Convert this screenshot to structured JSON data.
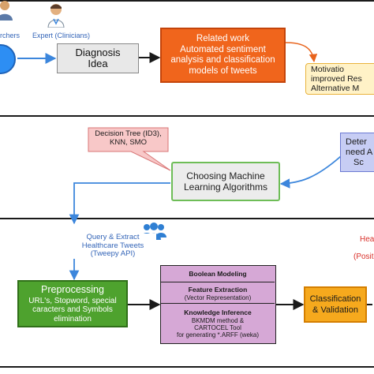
{
  "actors": {
    "researchers": "rchers",
    "expert": "Expert (Clinicians)"
  },
  "lane1": {
    "diagnosis": [
      "Diagnosis",
      "Idea"
    ],
    "related": [
      "Related work",
      "Automated sentiment",
      "analysis and classification",
      "models of tweets"
    ],
    "motivation": [
      "Motivatio",
      "improved Res",
      "Alternative M"
    ]
  },
  "lane2": {
    "algorithms_note": [
      "Decision Tree (ID3),",
      "KNN, SMO"
    ],
    "choosing": [
      "Choosing Machine",
      "Learning Algorithms"
    ],
    "determine": [
      "Deter",
      "need A",
      "Sc"
    ]
  },
  "lane3": {
    "query": [
      "Query & Extract",
      "Healthcare Tweets",
      "(Tweepy API)"
    ],
    "preprocessing_title": "Preprocessing",
    "preprocessing_body": [
      "URL's, Stopword, special",
      "caracters and Symbols",
      "elimination"
    ],
    "boolean": "Boolean Modeling",
    "feature_title": "Feature Extraction",
    "feature_sub": "(Vector Representation)",
    "knowledge_title": "Knowledge Inference",
    "knowledge_body": [
      "BKMDM method &",
      "CARTOCEL Tool",
      "for generating *.ARFF (weka)"
    ],
    "classification": [
      "Classification",
      "& Validation"
    ],
    "right_red": [
      "Hea",
      "(Posit"
    ]
  },
  "colors": {
    "blue": "#3c86dc",
    "grey_box": "#e8e8e8",
    "orange": "#f0651c",
    "yellow": "#fff2c7",
    "red_note": "#f8c8c8",
    "green": "#4ea22e",
    "purple": "#d6a8d6",
    "amber": "#f6a91d",
    "lilac": "#c7cdf4",
    "accent_red": "#d9302a"
  }
}
